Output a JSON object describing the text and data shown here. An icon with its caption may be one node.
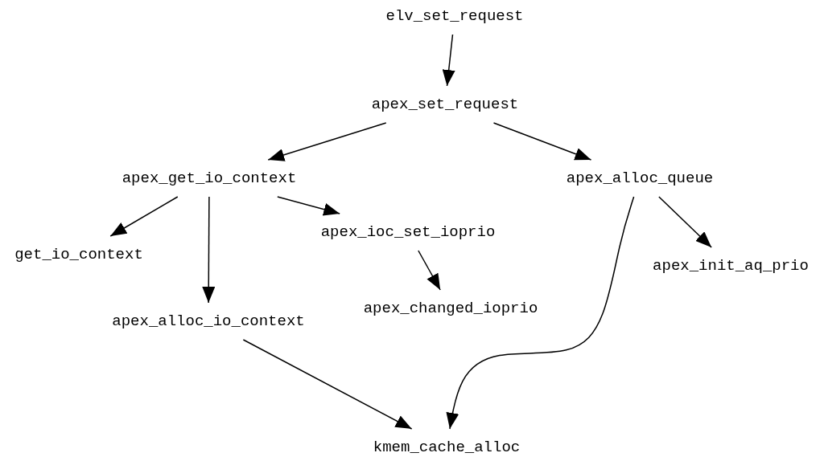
{
  "diagram": {
    "nodes": [
      {
        "text": [
          "elv_set_request"
        ]
      },
      {
        "text": [
          "apex_set_request"
        ]
      },
      {
        "text": [
          "apex_get_io_context"
        ]
      },
      {
        "text": [
          "apex_alloc_queue"
        ]
      },
      {
        "text": [
          "get_io_context"
        ]
      },
      {
        "text": [
          "apex_ioc_set_ioprio"
        ]
      },
      {
        "text": [
          "apex_init_aq_prio"
        ]
      },
      {
        "text": [
          "apex_alloc_io_context"
        ]
      },
      {
        "text": [
          "apex_changed_ioprio"
        ]
      },
      {
        "text": [
          "kmem_cache_alloc"
        ]
      }
    ],
    "edges": [
      {
        "from": 0,
        "to": 1,
        "arrow": "to"
      },
      {
        "from": 1,
        "to": 2,
        "arrow": "to"
      },
      {
        "from": 1,
        "to": 3,
        "arrow": "to"
      },
      {
        "from": 2,
        "to": 4,
        "arrow": "to"
      },
      {
        "from": 2,
        "to": 7,
        "arrow": "to"
      },
      {
        "from": 2,
        "to": 5,
        "arrow": "to"
      },
      {
        "from": 5,
        "to": 8,
        "arrow": "to"
      },
      {
        "from": 3,
        "to": 6,
        "arrow": "to"
      },
      {
        "from": 3,
        "to": 9,
        "arrow": "to"
      },
      {
        "from": 7,
        "to": 9,
        "arrow": "to"
      }
    ]
  }
}
